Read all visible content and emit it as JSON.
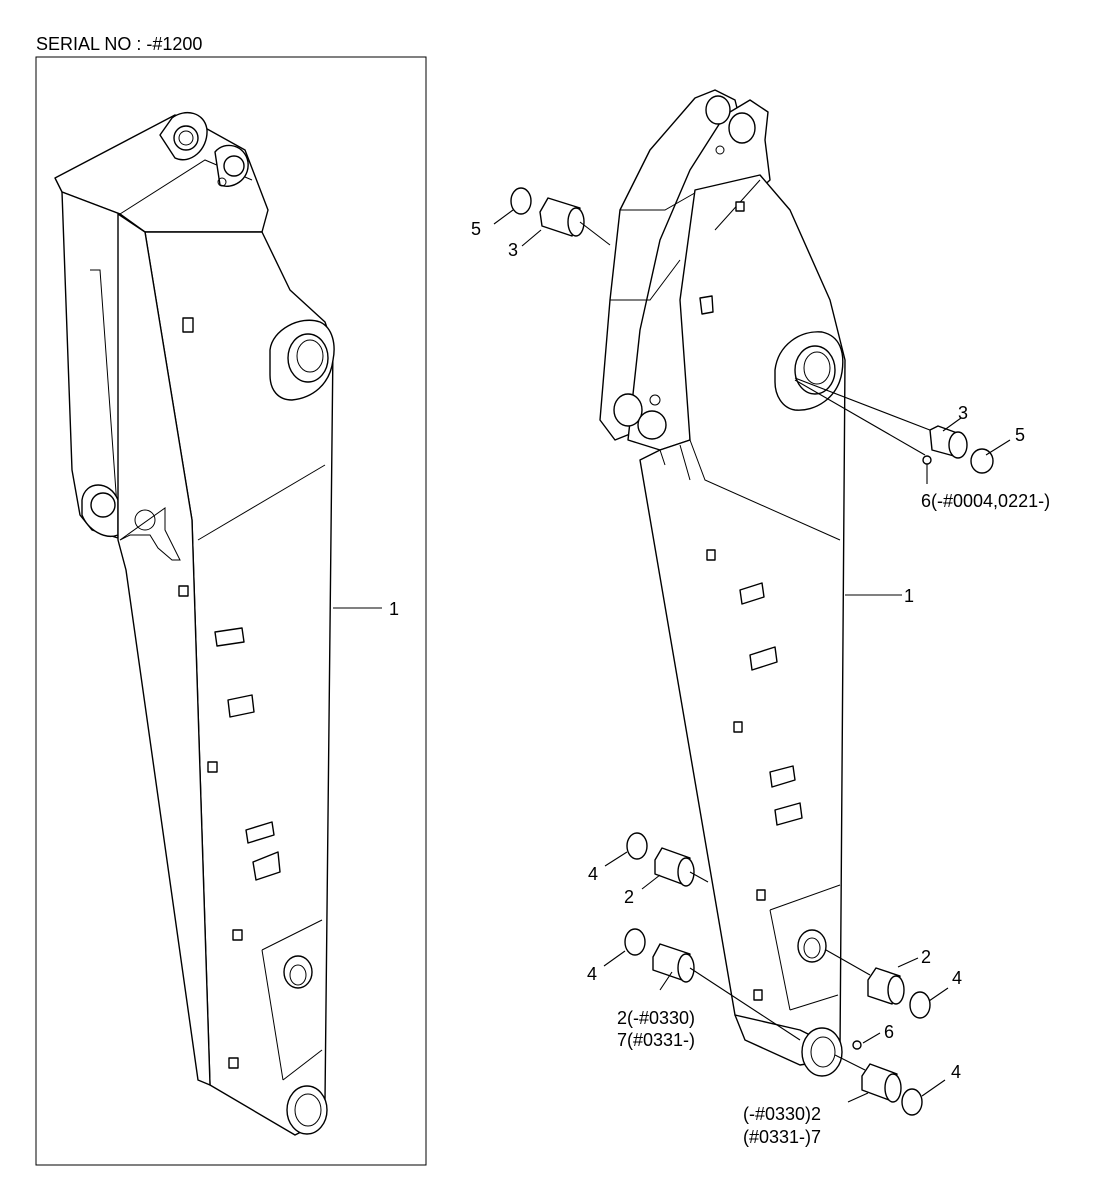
{
  "header": {
    "serial": "SERIAL NO : -#1200"
  },
  "left_panel": {
    "callouts": [
      {
        "id": "arm-1-left",
        "text": "1"
      }
    ]
  },
  "right_panel": {
    "callouts": [
      {
        "id": "ring-5-top",
        "text": "5"
      },
      {
        "id": "bush-3-top",
        "text": "3"
      },
      {
        "id": "bush-3-mid",
        "text": "3"
      },
      {
        "id": "ring-5-mid",
        "text": "5"
      },
      {
        "id": "pin-6-mid",
        "text": "6(-#0004,0221-)"
      },
      {
        "id": "arm-1-right",
        "text": "1"
      },
      {
        "id": "ring-4-a",
        "text": "4"
      },
      {
        "id": "bush-2-a",
        "text": "2"
      },
      {
        "id": "ring-4-b",
        "text": "4"
      },
      {
        "id": "bush-2-b-line1",
        "text": "2(-#0330)"
      },
      {
        "id": "bush-2-b-line2",
        "text": "7(#0331-)"
      },
      {
        "id": "bush-2-c",
        "text": "2"
      },
      {
        "id": "ring-4-c",
        "text": "4"
      },
      {
        "id": "pin-6-low",
        "text": "6"
      },
      {
        "id": "ring-4-d",
        "text": "4"
      },
      {
        "id": "bush-2-d-line1",
        "text": "(-#0330)2"
      },
      {
        "id": "bush-2-d-line2",
        "text": "(#0331-)7"
      }
    ]
  }
}
